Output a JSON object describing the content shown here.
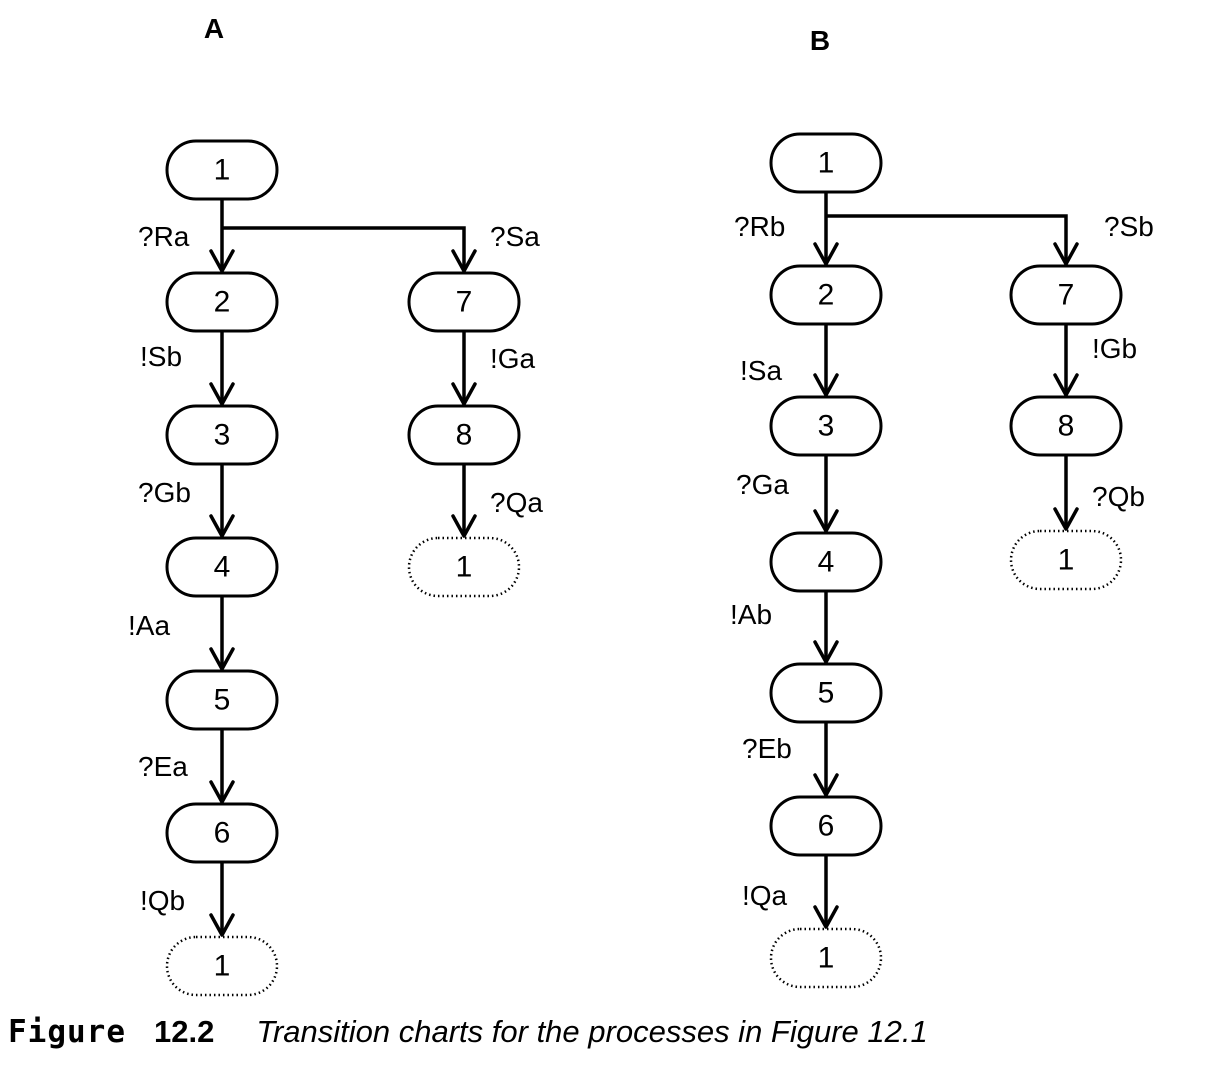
{
  "charts": [
    {
      "title": "A",
      "nodes": [
        {
          "id": "a1",
          "label": "1",
          "type": "state"
        },
        {
          "id": "a2",
          "label": "2",
          "type": "state"
        },
        {
          "id": "a3",
          "label": "3",
          "type": "state"
        },
        {
          "id": "a4",
          "label": "4",
          "type": "state"
        },
        {
          "id": "a5",
          "label": "5",
          "type": "state"
        },
        {
          "id": "a6",
          "label": "6",
          "type": "state"
        },
        {
          "id": "a1r",
          "label": "1",
          "type": "reference"
        },
        {
          "id": "a7",
          "label": "7",
          "type": "state"
        },
        {
          "id": "a8",
          "label": "8",
          "type": "state"
        },
        {
          "id": "a1r2",
          "label": "1",
          "type": "reference"
        }
      ],
      "edges": [
        {
          "from": "a1",
          "to": "a2",
          "label": "?Ra"
        },
        {
          "from": "a1",
          "to": "a7",
          "label": "?Sa"
        },
        {
          "from": "a2",
          "to": "a3",
          "label": "!Sb"
        },
        {
          "from": "a3",
          "to": "a4",
          "label": "?Gb"
        },
        {
          "from": "a4",
          "to": "a5",
          "label": "!Aa"
        },
        {
          "from": "a5",
          "to": "a6",
          "label": "?Ea"
        },
        {
          "from": "a6",
          "to": "a1r",
          "label": "!Qb"
        },
        {
          "from": "a7",
          "to": "a8",
          "label": "!Ga"
        },
        {
          "from": "a8",
          "to": "a1r2",
          "label": "?Qa"
        }
      ]
    },
    {
      "title": "B",
      "nodes": [
        {
          "id": "b1",
          "label": "1",
          "type": "state"
        },
        {
          "id": "b2",
          "label": "2",
          "type": "state"
        },
        {
          "id": "b3",
          "label": "3",
          "type": "state"
        },
        {
          "id": "b4",
          "label": "4",
          "type": "state"
        },
        {
          "id": "b5",
          "label": "5",
          "type": "state"
        },
        {
          "id": "b6",
          "label": "6",
          "type": "state"
        },
        {
          "id": "b1r",
          "label": "1",
          "type": "reference"
        },
        {
          "id": "b7",
          "label": "7",
          "type": "state"
        },
        {
          "id": "b8",
          "label": "8",
          "type": "state"
        },
        {
          "id": "b1r2",
          "label": "1",
          "type": "reference"
        }
      ],
      "edges": [
        {
          "from": "b1",
          "to": "b2",
          "label": "?Rb"
        },
        {
          "from": "b1",
          "to": "b7",
          "label": "?Sb"
        },
        {
          "from": "b2",
          "to": "b3",
          "label": "!Sa"
        },
        {
          "from": "b3",
          "to": "b4",
          "label": "?Ga"
        },
        {
          "from": "b4",
          "to": "b5",
          "label": "!Ab"
        },
        {
          "from": "b5",
          "to": "b6",
          "label": "?Eb"
        },
        {
          "from": "b6",
          "to": "b1r",
          "label": "!Qa"
        },
        {
          "from": "b7",
          "to": "b8",
          "label": "!Gb"
        },
        {
          "from": "b8",
          "to": "b1r2",
          "label": "?Qb"
        }
      ]
    }
  ],
  "caption": {
    "figure_word": "Figure",
    "figure_number": "12.2",
    "text": "Transition charts for the processes in Figure 12.1"
  }
}
